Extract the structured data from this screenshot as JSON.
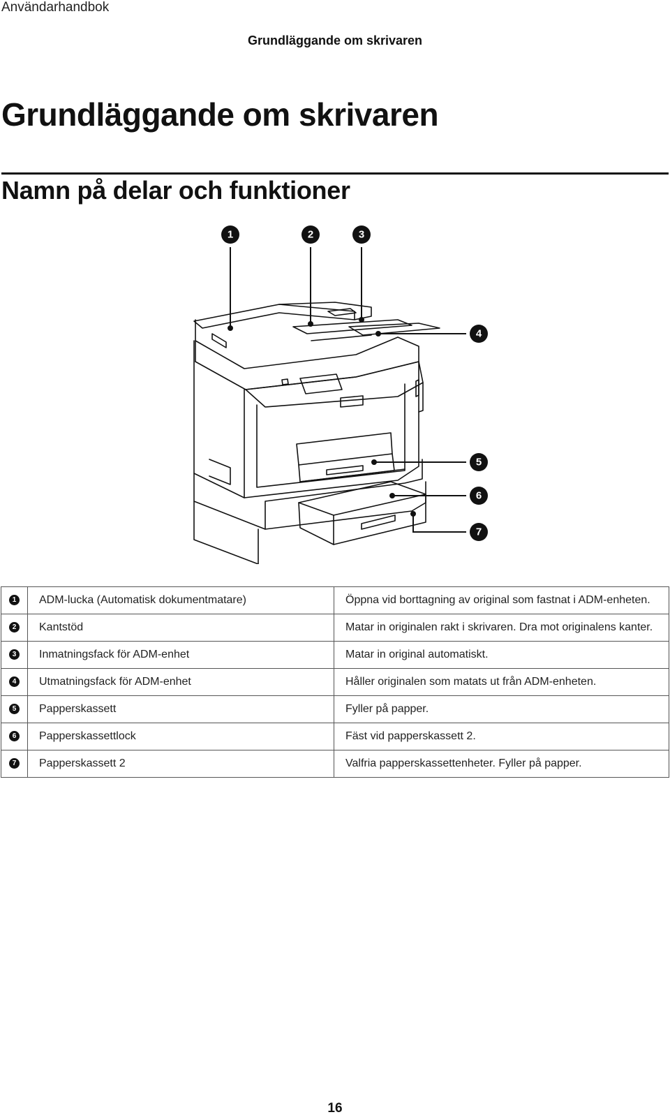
{
  "header": {
    "running_head": "Användarhandbok",
    "section": "Grundläggande om skrivaren"
  },
  "chapter_title": "Grundläggande om skrivaren",
  "section_title": "Namn på delar och funktioner",
  "figure": {
    "callouts": [
      "1",
      "2",
      "3",
      "4",
      "5",
      "6",
      "7"
    ]
  },
  "parts": [
    {
      "num": "1",
      "name": "ADM-lucka (Automatisk dokumentmatare)",
      "desc": "Öppna vid borttagning av original som fastnat i ADM-enheten."
    },
    {
      "num": "2",
      "name": "Kantstöd",
      "desc": "Matar in originalen rakt i skrivaren. Dra mot originalens kanter."
    },
    {
      "num": "3",
      "name": "Inmatningsfack för ADM-enhet",
      "desc": "Matar in original automatiskt."
    },
    {
      "num": "4",
      "name": "Utmatningsfack för ADM-enhet",
      "desc": "Håller originalen som matats ut från ADM-enheten."
    },
    {
      "num": "5",
      "name": "Papperskassett",
      "desc": "Fyller på papper."
    },
    {
      "num": "6",
      "name": "Papperskassettlock",
      "desc": "Fäst vid papperskassett 2."
    },
    {
      "num": "7",
      "name": "Papperskassett 2",
      "desc": "Valfria papperskassettenheter. Fyller på papper."
    }
  ],
  "page_number": "16"
}
